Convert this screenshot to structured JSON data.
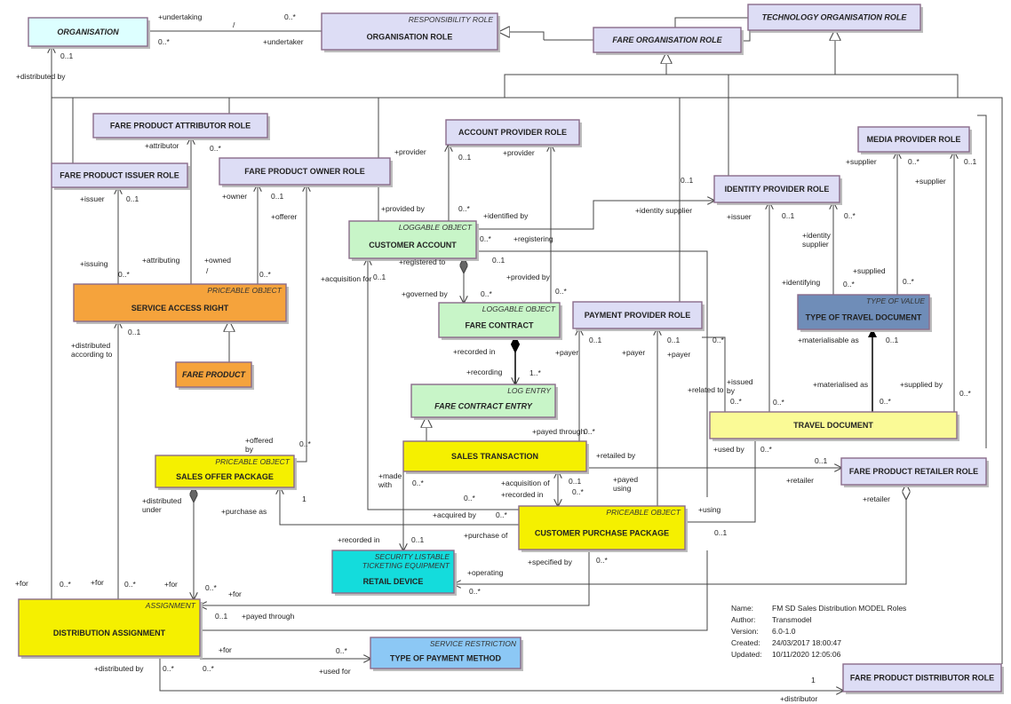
{
  "classes": [
    {
      "id": "organisation",
      "name": "ORGANISATION",
      "stereotype": "",
      "fill": "#ddffff",
      "italic": true
    },
    {
      "id": "organisation-role",
      "name": "ORGANISATION ROLE",
      "stereotype": "RESPONSIBILITY ROLE",
      "fill": "#ddddf5",
      "italic": false
    },
    {
      "id": "technology-organisation-role",
      "name": "TECHNOLOGY ORGANISATION ROLE",
      "stereotype": "",
      "fill": "#ddddf5",
      "italic": true
    },
    {
      "id": "fare-organisation-role",
      "name": "FARE ORGANISATION ROLE",
      "stereotype": "",
      "fill": "#ddddf5",
      "italic": true
    },
    {
      "id": "fare-product-attributor-role",
      "name": "FARE PRODUCT ATTRIBUTOR ROLE",
      "stereotype": "",
      "fill": "#ddddf5",
      "italic": false
    },
    {
      "id": "fare-product-issuer-role",
      "name": "FARE PRODUCT ISSUER ROLE",
      "stereotype": "",
      "fill": "#ddddf5",
      "italic": false
    },
    {
      "id": "fare-product-owner-role",
      "name": "FARE PRODUCT OWNER ROLE",
      "stereotype": "",
      "fill": "#ddddf5",
      "italic": false
    },
    {
      "id": "account-provider-role",
      "name": "ACCOUNT PROVIDER ROLE",
      "stereotype": "",
      "fill": "#ddddf5",
      "italic": false
    },
    {
      "id": "media-provider-role",
      "name": "MEDIA PROVIDER ROLE",
      "stereotype": "",
      "fill": "#ddddf5",
      "italic": false
    },
    {
      "id": "identity-provider-role",
      "name": "IDENTITY PROVIDER ROLE",
      "stereotype": "",
      "fill": "#ddddf5",
      "italic": false
    },
    {
      "id": "customer-account",
      "name": "CUSTOMER ACCOUNT",
      "stereotype": "LOGGABLE OBJECT",
      "fill": "#c8f5c8",
      "italic": false
    },
    {
      "id": "fare-contract",
      "name": "FARE CONTRACT",
      "stereotype": "LOGGABLE OBJECT",
      "fill": "#c8f5c8",
      "italic": false
    },
    {
      "id": "payment-provider-role",
      "name": "PAYMENT PROVIDER ROLE",
      "stereotype": "",
      "fill": "#ddddf5",
      "italic": false
    },
    {
      "id": "type-of-travel-document",
      "name": "TYPE OF TRAVEL DOCUMENT",
      "stereotype": "TYPE OF VALUE",
      "fill": "#6f8db8",
      "italic": false
    },
    {
      "id": "service-access-right",
      "name": "SERVICE ACCESS RIGHT",
      "stereotype": "PRICEABLE OBJECT",
      "fill": "#f5a33c",
      "italic": false
    },
    {
      "id": "fare-product",
      "name": "FARE PRODUCT",
      "stereotype": "",
      "fill": "#f5a33c",
      "italic": true
    },
    {
      "id": "fare-contract-entry",
      "name": "FARE CONTRACT ENTRY",
      "stereotype": "LOG ENTRY",
      "fill": "#c8f5c8",
      "italic": true
    },
    {
      "id": "sales-transaction",
      "name": "SALES TRANSACTION",
      "stereotype": "",
      "fill": "#f5f000",
      "italic": false
    },
    {
      "id": "travel-document",
      "name": "TRAVEL DOCUMENT",
      "stereotype": "",
      "fill": "#fafa96",
      "italic": false
    },
    {
      "id": "sales-offer-package",
      "name": "SALES OFFER PACKAGE",
      "stereotype": "PRICEABLE OBJECT",
      "fill": "#f5f000",
      "italic": false
    },
    {
      "id": "fare-product-retailer-role",
      "name": "FARE PRODUCT RETAILER ROLE",
      "stereotype": "",
      "fill": "#ddddf5",
      "italic": false
    },
    {
      "id": "customer-purchase-package",
      "name": "CUSTOMER PURCHASE PACKAGE",
      "stereotype": "PRICEABLE OBJECT",
      "fill": "#f5f000",
      "italic": false
    },
    {
      "id": "retail-device",
      "name": "RETAIL DEVICE",
      "stereotype": "SECURITY LISTABLE\nTICKETING EQUIPMENT",
      "fill": "#14dcdc",
      "italic": false
    },
    {
      "id": "distribution-assignment",
      "name": "DISTRIBUTION ASSIGNMENT",
      "stereotype": "ASSIGNMENT",
      "fill": "#f5f000",
      "italic": false
    },
    {
      "id": "type-of-payment-method",
      "name": "TYPE OF PAYMENT METHOD",
      "stereotype": "SERVICE RESTRICTION",
      "fill": "#8cc8f5",
      "italic": false
    },
    {
      "id": "fare-product-distributor-role",
      "name": "FARE PRODUCT DISTRIBUTOR ROLE",
      "stereotype": "",
      "fill": "#ddddf5",
      "italic": false
    }
  ],
  "labels": [
    "+undertaking",
    "0..*",
    "/",
    "0..*",
    "+undertaker",
    "0..1",
    "+distributed by",
    "+attributor",
    "0..*",
    "+issuer",
    "0..1",
    "+owner",
    "0..1",
    "+offerer",
    "+issuing",
    "0..*",
    "+attributing",
    "+owned",
    "/",
    "0..*",
    "+provider",
    "+provided by",
    "0..*",
    "+identified by",
    "0..1",
    "+provider",
    "0..1",
    "+identity supplier",
    "+issuer",
    "0..1",
    "0..*",
    "+supplier",
    "0..*",
    "+supplier",
    "0..1",
    "+identity\nsupplier",
    "+registering",
    "0..*",
    "+registered to",
    "0..1",
    "+acquisition for",
    "0..1",
    "+governed by",
    "0..*",
    "+provided by",
    "0..*",
    "+identifying",
    "0..*",
    "+supplied",
    "0..*",
    "+materialisable as",
    "0..1",
    "0..1",
    "+distributed\naccording to",
    "+recorded in",
    "+recording",
    "1..*",
    "+payer",
    "0..1",
    "+payer",
    "0..1",
    "+payer",
    "0..*",
    "+issued\nby",
    "0..*",
    "+related to",
    "0..*",
    "+materialised as",
    "0..*",
    "+supplied by",
    "0..*",
    "+payed through",
    "0..*",
    "+offered\nby",
    "0..*",
    "+retailed by",
    "0..1",
    "+used by",
    "0..*",
    "+made\nwith",
    "0..*",
    "+acquisition of",
    "0..1",
    "+recorded in",
    "0..*",
    "+payed\nusing",
    "0..*",
    "+retailer",
    "+retailer",
    "+distributed\nunder",
    "1",
    "+purchase as",
    "+acquired by",
    "0..*",
    "+purchase of",
    "+using",
    "0..1",
    "+recorded in",
    "0..1",
    "+specified by",
    "0..*",
    "+operating",
    "0..*",
    "+for",
    "0..*",
    "+for",
    "0..*",
    "+for",
    "0..*",
    "+for",
    "0..1",
    "+payed through",
    "+for",
    "0..*",
    "+used for",
    "+distributed by",
    "0..*",
    "0..*",
    "1",
    "+distributor"
  ],
  "metadata": [
    {
      "key": "Name:",
      "value": "FM SD Sales Distribution MODEL Roles"
    },
    {
      "key": "Author:",
      "value": "Transmodel"
    },
    {
      "key": "Version:",
      "value": "6.0-1.0"
    },
    {
      "key": "Created:",
      "value": "24/03/2017 18:00:47"
    },
    {
      "key": "Updated:",
      "value": "10/11/2020 12:05:06"
    }
  ]
}
